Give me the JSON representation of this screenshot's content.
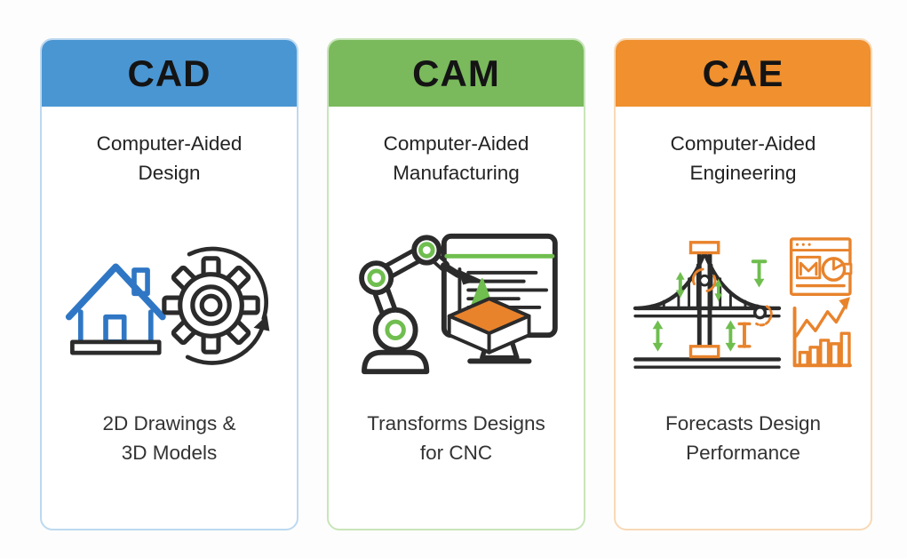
{
  "icon_colors": {
    "blue": "#2f77c5",
    "green": "#6fbe4f",
    "orange": "#e8832c",
    "outline": "#2b2b2b"
  },
  "cards": [
    {
      "title": "CAD",
      "subtitle": "Computer-Aided\nDesign",
      "description": "2D Drawings &\n3D Models",
      "icon": "house-and-gear-icon",
      "colors": {
        "header": "#4a96d3",
        "border": "#bdd9f0"
      }
    },
    {
      "title": "CAM",
      "subtitle": "Computer-Aided\nManufacturing",
      "description": "Transforms Designs\nfor CNC",
      "icon": "robot-arm-and-monitor-icon",
      "colors": {
        "header": "#7ab95c",
        "border": "#c9e5ba"
      }
    },
    {
      "title": "CAE",
      "subtitle": "Computer-Aided\nEngineering",
      "description": "Forecasts Design\nPerformance",
      "icon": "bridge-analysis-icon",
      "colors": {
        "header": "#f0902e",
        "border": "#f8d9b6"
      }
    }
  ]
}
